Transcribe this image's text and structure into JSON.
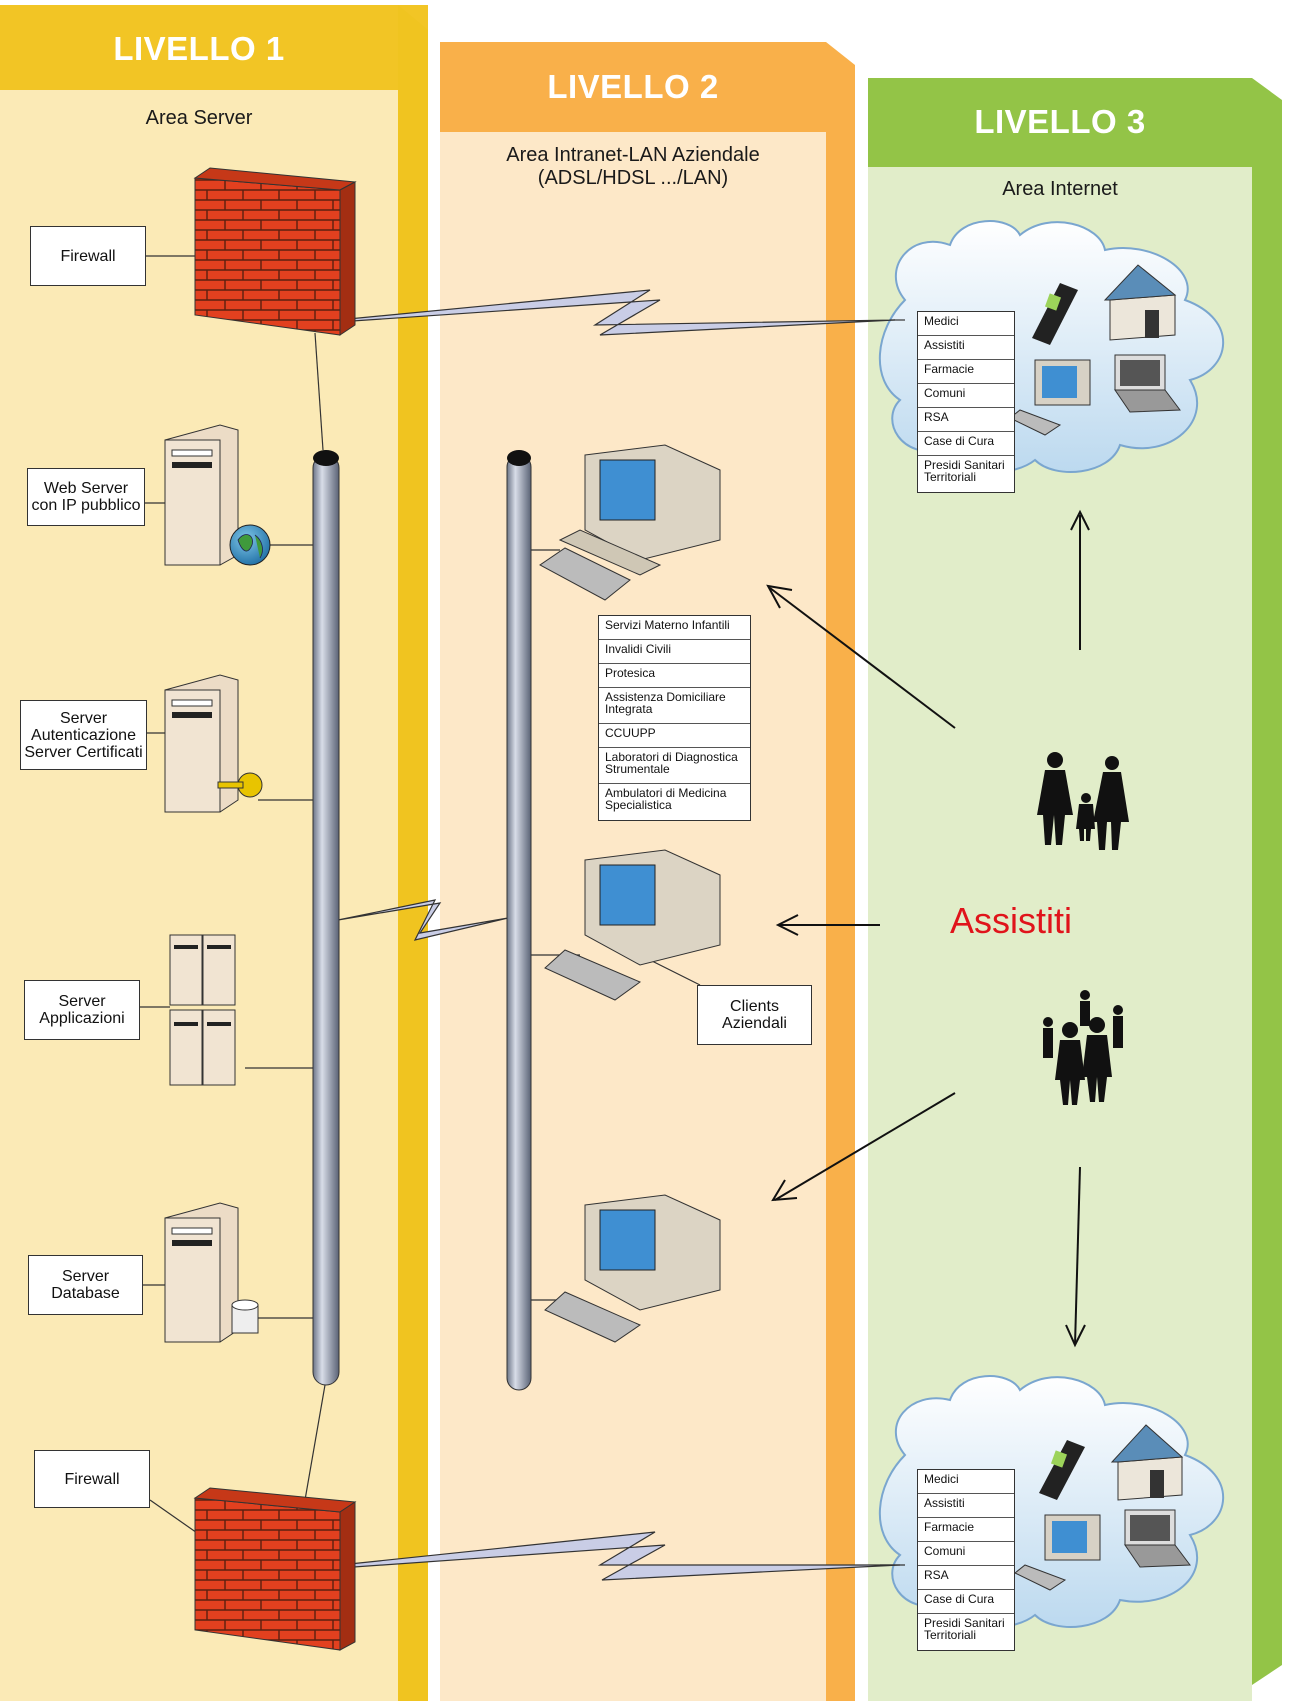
{
  "levels": [
    {
      "title": "LIVELLO 1",
      "subtitle": "Area Server"
    },
    {
      "title": "LIVELLO 2",
      "subtitle_line1": "Area Intranet-LAN Aziendale",
      "subtitle_line2": "(ADSL/HDSL .../LAN)"
    },
    {
      "title": "LIVELLO 3",
      "subtitle": "Area Internet"
    }
  ],
  "servers": {
    "firewall_top": "Firewall",
    "web_server_l1": "Web Server",
    "web_server_l2": "con IP pubblico",
    "auth_l1": "Server",
    "auth_l2": "Autenticazione",
    "auth_l3": "Server Certificati",
    "app_l1": "Server",
    "app_l2": "Applicazioni",
    "db_l1": "Server",
    "db_l2": "Database",
    "firewall_bottom": "Firewall"
  },
  "services": [
    "Servizi Materno Infantili",
    "Invalidi Civili",
    "Protesica",
    "Assistenza Domiciliare Integrata",
    "CCUUPP",
    "Laboratori di Diagnostica Strumentale",
    "Ambulatori di Medicina Specialistica"
  ],
  "clients": {
    "line1": "Clients",
    "line2": "Aziendali"
  },
  "internet_users": [
    "Medici",
    "Assistiti",
    "Farmacie",
    "Comuni",
    "RSA",
    "Case di Cura",
    "Presidi Sanitari Territoriali"
  ],
  "assistiti_label": "Assistiti",
  "colors": {
    "level1_header": "#f2c525",
    "level1_bg": "#fbeab6",
    "level2_header": "#f9b04a",
    "level2_bg": "#fde8c8",
    "level3_header": "#93c447",
    "level3_bg": "#e1edc9",
    "firewall_brick": "#e2401f",
    "assistiti_text": "#e0141b"
  }
}
